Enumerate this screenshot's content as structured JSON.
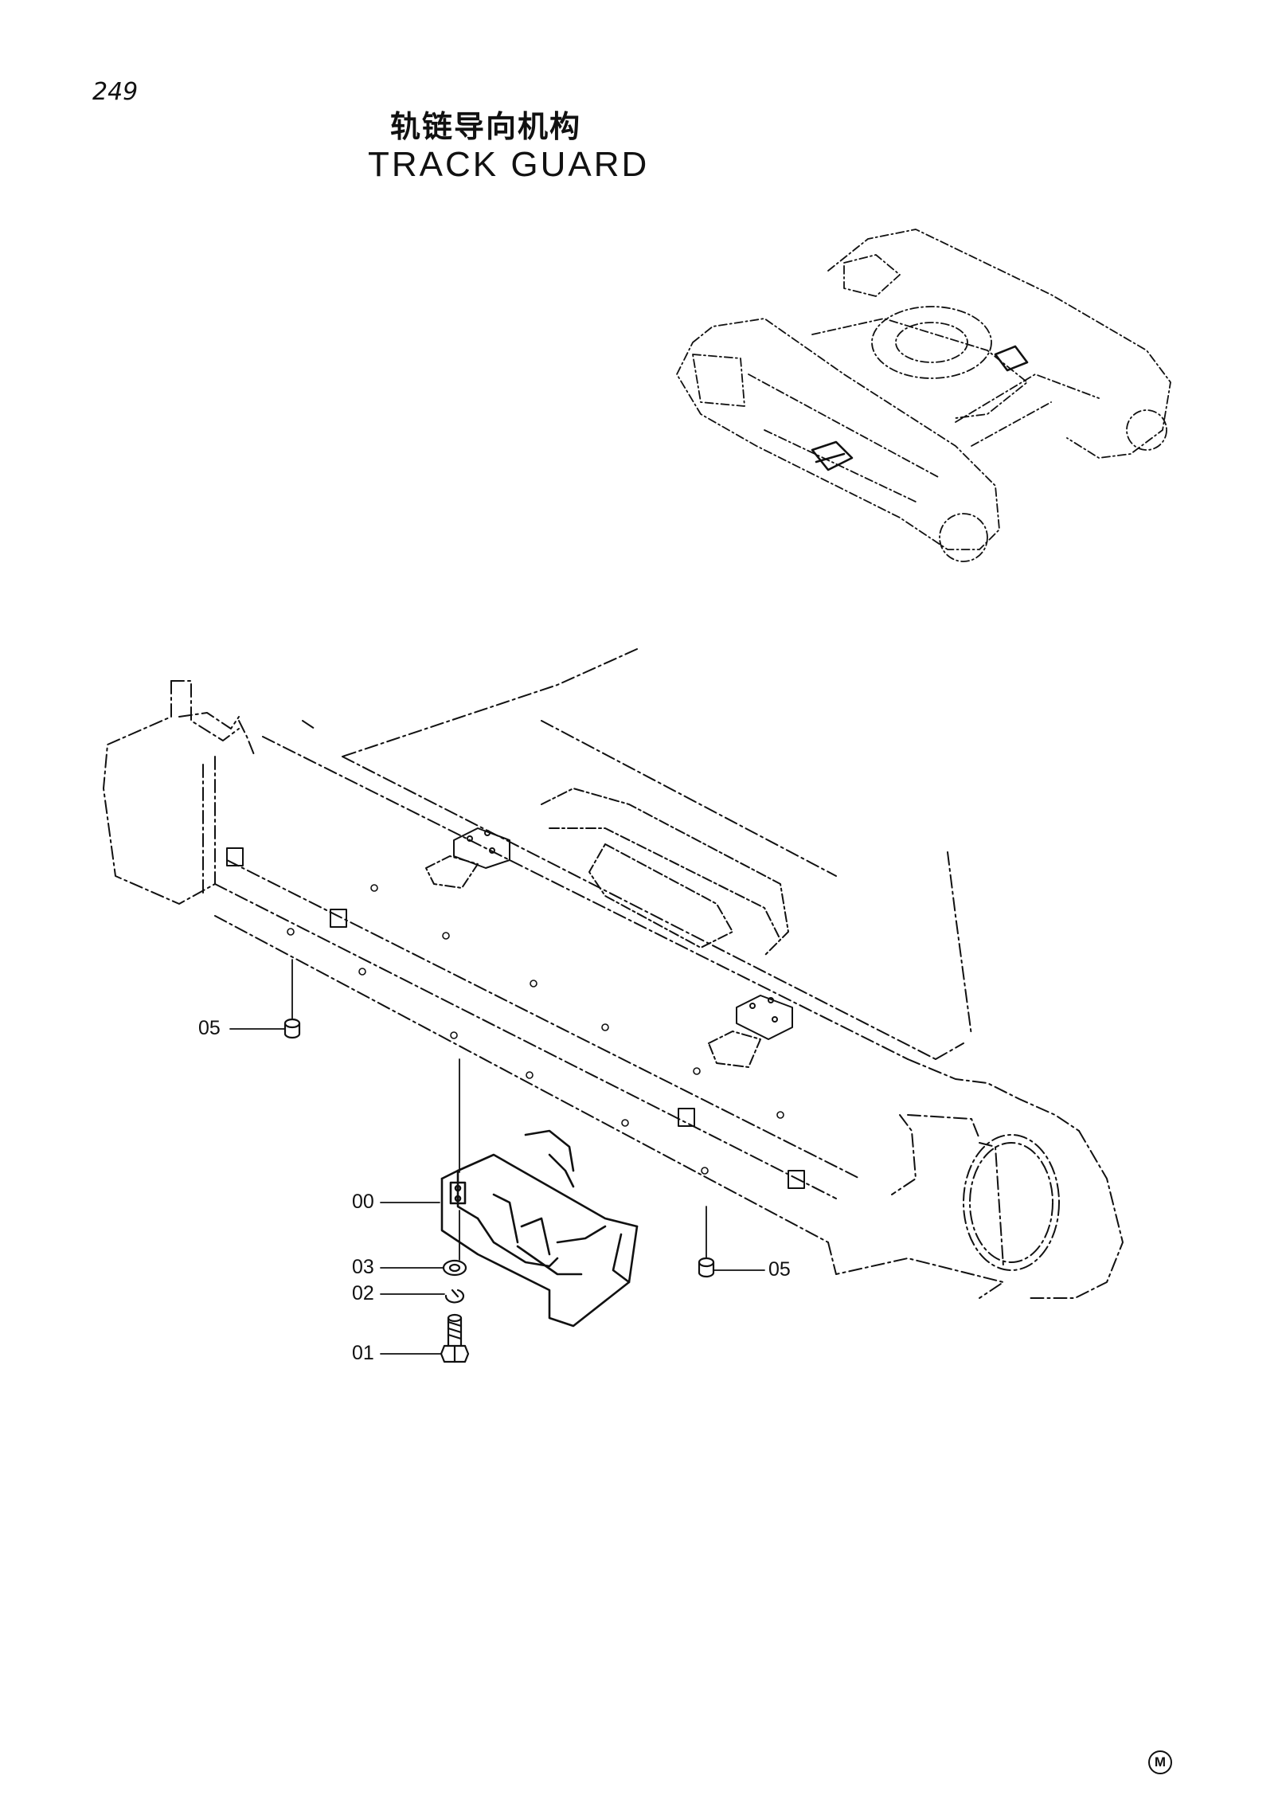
{
  "header": {
    "page_number": "249",
    "title_cn": "轨链导向机构",
    "title_en": "TRACK GUARD"
  },
  "callouts": [
    {
      "id": "05",
      "label": "05"
    },
    {
      "id": "00",
      "label": "00"
    },
    {
      "id": "03",
      "label": "03"
    },
    {
      "id": "02",
      "label": "02"
    },
    {
      "id": "01",
      "label": "01"
    },
    {
      "id": "05b",
      "label": "05"
    }
  ],
  "footer": {
    "mark": "M"
  },
  "colors": {
    "ink": "#111111",
    "paper": "#ffffff"
  }
}
